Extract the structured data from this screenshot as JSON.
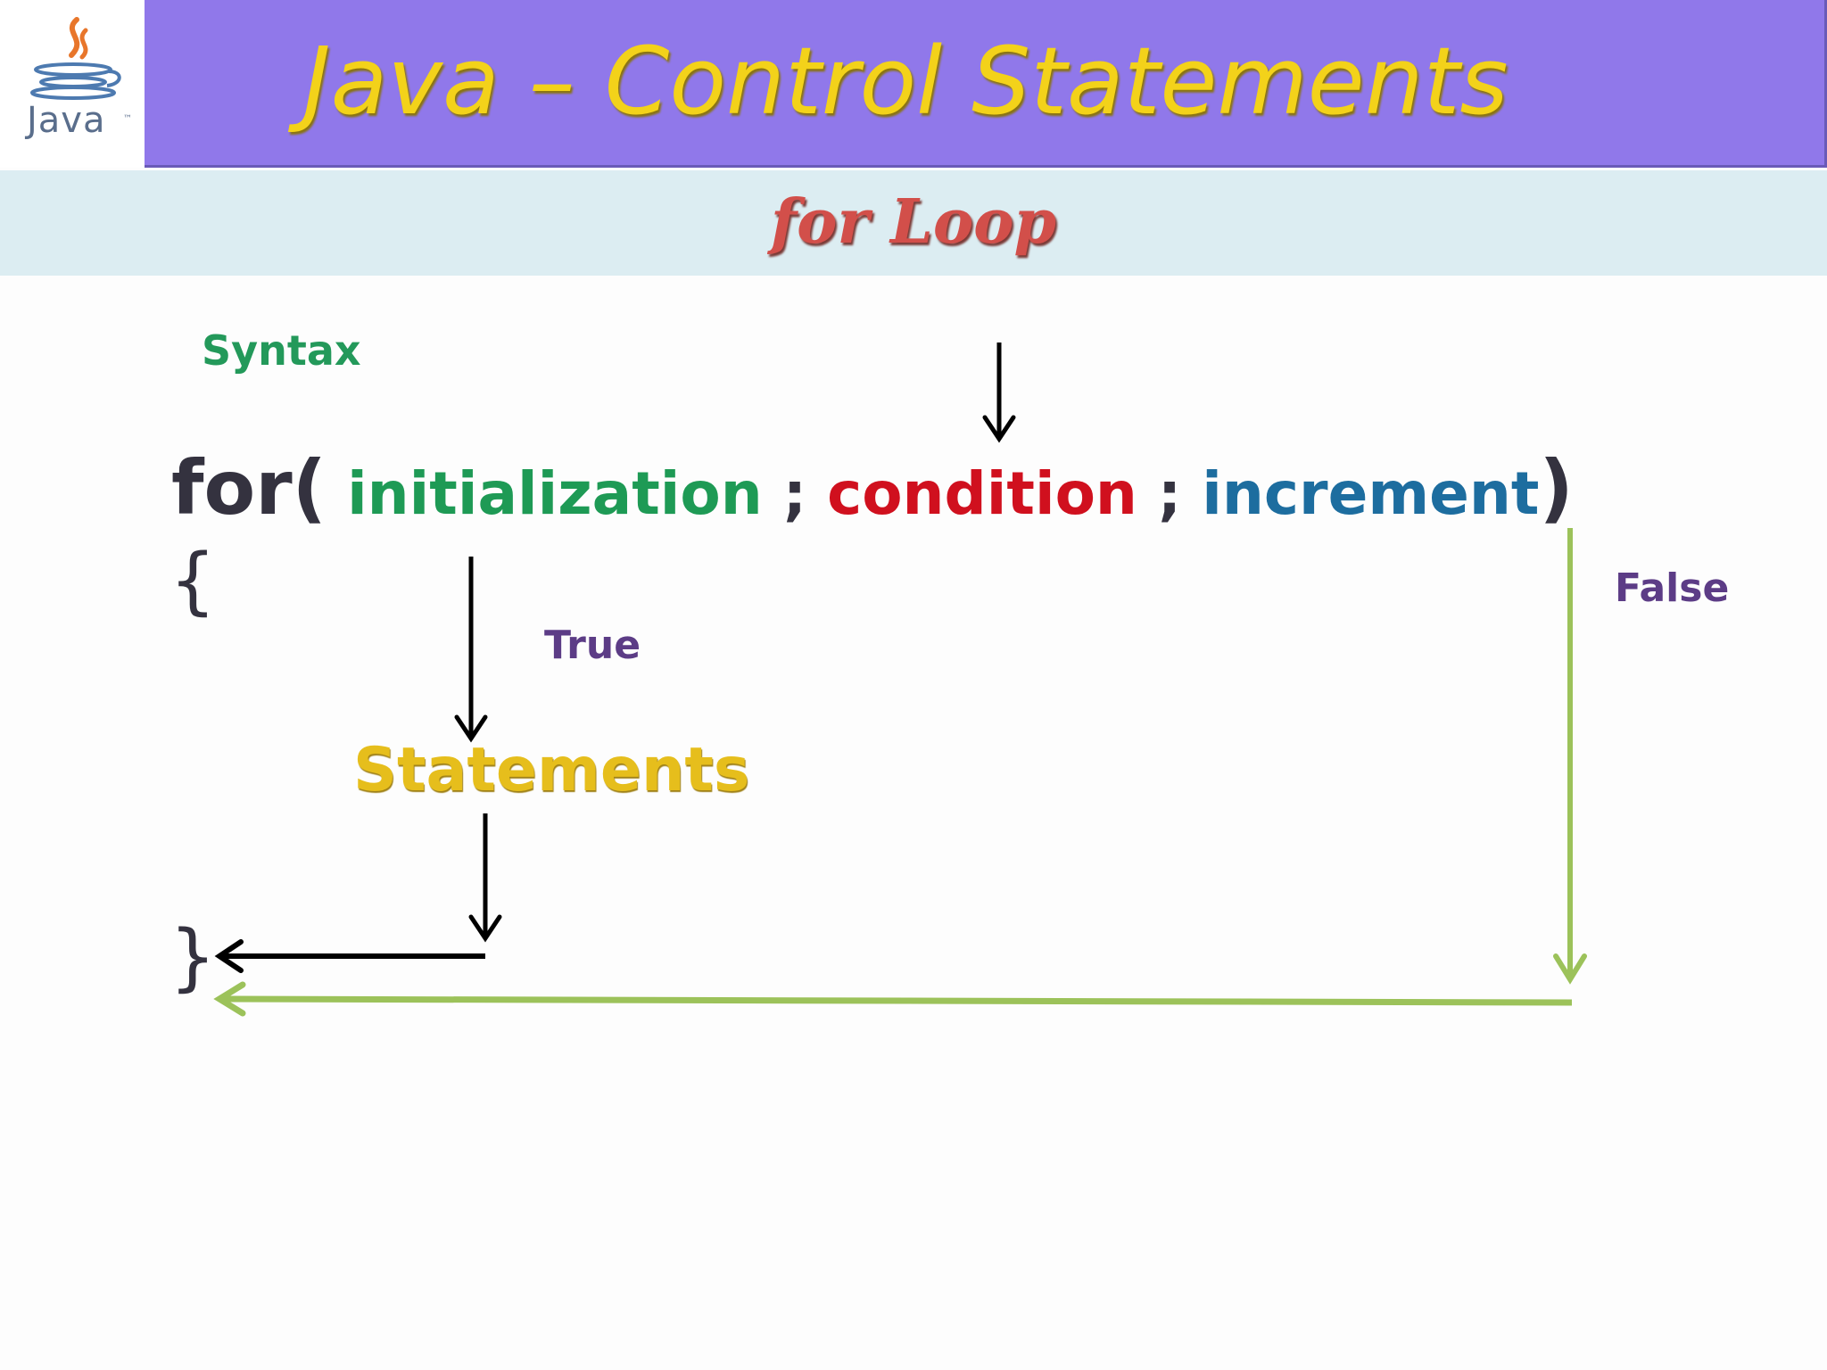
{
  "header": {
    "logo_text": "Java",
    "logo_tm": "™",
    "title": "Java – Control Statements",
    "subtitle": "for Loop"
  },
  "syntax": {
    "label": "Syntax",
    "for_keyword": "for(",
    "initialization": "initialization",
    "semicolon": ";",
    "condition": "condition",
    "increment": "increment",
    "close_paren": ")",
    "open_brace": "{",
    "close_brace": "}"
  },
  "flow": {
    "true_label": "True",
    "false_label": "False",
    "statements": "Statements"
  },
  "colors": {
    "title_bar": "#9078ea",
    "subtitle_bar": "#dcedf2",
    "title_text": "#f3d21a",
    "subtitle_text": "#d24f4a",
    "syntax_label": "#23995a",
    "initialization": "#1e9a55",
    "condition": "#d0101e",
    "increment": "#1d6d9f",
    "true_false": "#5c3c86",
    "statements": "#e6be1c",
    "false_arrow": "#9cc25a",
    "arrow": "#000000"
  }
}
